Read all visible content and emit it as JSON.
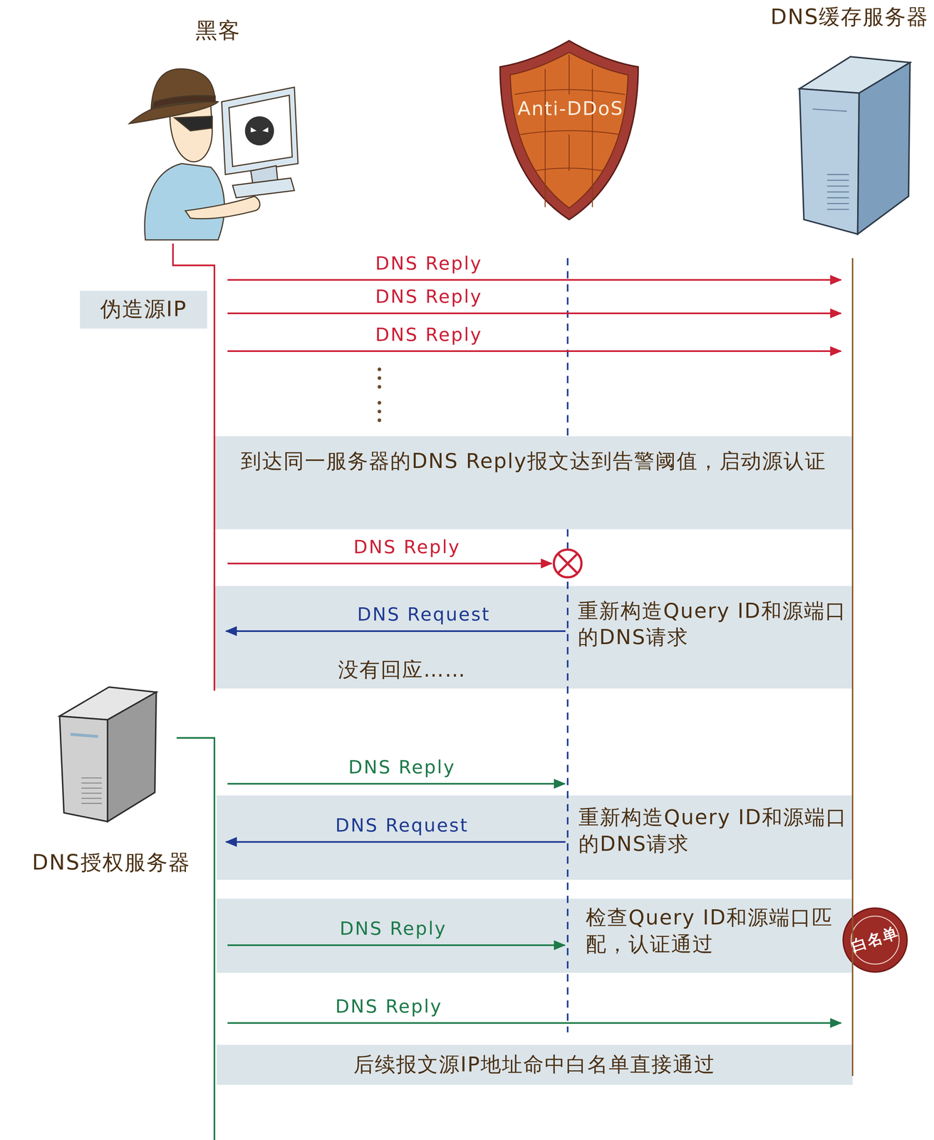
{
  "diagram": {
    "nodes": [
      {
        "text": [
          "黑客"
        ]
      },
      {
        "text": [
          "Anti-DDoS"
        ]
      },
      {
        "text": [
          "DNS缓存服务器"
        ]
      },
      {
        "text": [
          "伪造源IP"
        ]
      },
      {
        "text": [
          "到达同一服务器的DNS Reply报文达到告警阈值，启动源认证"
        ]
      },
      {
        "text": [
          "重新构造Query ID和源端口的DNS请求",
          "没有回应……"
        ]
      },
      {
        "text": [
          "DNS授权服务器"
        ]
      },
      {
        "text": [
          "重新构造Query ID和源端口的DNS请求"
        ]
      },
      {
        "text": [
          "检查Query ID和源端口匹配，认证通过"
        ]
      },
      {
        "text": [
          "白名单"
        ]
      },
      {
        "text": [
          "后续报文源IP地址命中白名单直接通过"
        ]
      }
    ],
    "edges": [
      {
        "from": 0,
        "to": 2,
        "label": "DNS Reply",
        "arrow": "to"
      },
      {
        "from": 0,
        "to": 2,
        "label": "DNS Reply",
        "arrow": "to"
      },
      {
        "from": 0,
        "to": 2,
        "label": "DNS Reply",
        "arrow": "to"
      },
      {
        "from": 0,
        "to": 1,
        "label": "DNS Reply",
        "arrow": "to"
      },
      {
        "from": 1,
        "to": 0,
        "label": "DNS Request",
        "arrow": "to"
      },
      {
        "from": 6,
        "to": 1,
        "label": "DNS Reply",
        "arrow": "to"
      },
      {
        "from": 1,
        "to": 6,
        "label": "DNS Request",
        "arrow": "to"
      },
      {
        "from": 6,
        "to": 1,
        "label": "DNS Reply",
        "arrow": "to"
      },
      {
        "from": 6,
        "to": 2,
        "label": "DNS Reply",
        "arrow": "to"
      }
    ]
  }
}
